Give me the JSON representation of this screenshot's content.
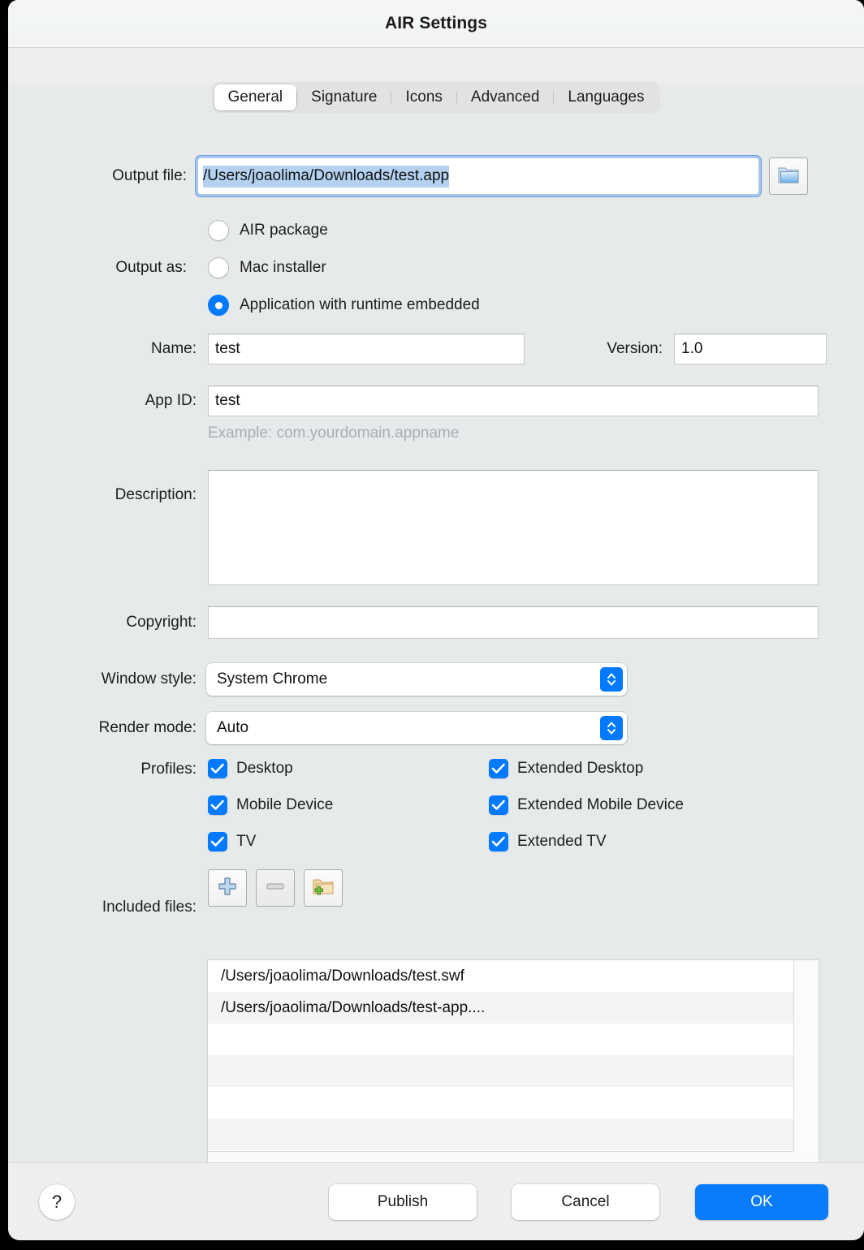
{
  "window": {
    "title": "AIR Settings"
  },
  "tabs": [
    {
      "label": "General",
      "active": true
    },
    {
      "label": "Signature",
      "active": false
    },
    {
      "label": "Icons",
      "active": false
    },
    {
      "label": "Advanced",
      "active": false
    },
    {
      "label": "Languages",
      "active": false
    }
  ],
  "form": {
    "output_file": {
      "label": "Output file:",
      "value": "/Users/joaolima/Downloads/test.app",
      "selected": true,
      "browse_icon": "folder-icon"
    },
    "output_as": {
      "label": "Output as:",
      "options": [
        {
          "label": "AIR package",
          "selected": false
        },
        {
          "label": "Mac installer",
          "selected": false
        },
        {
          "label": "Application with runtime embedded",
          "selected": true
        }
      ]
    },
    "name": {
      "label": "Name:",
      "value": "test"
    },
    "version": {
      "label": "Version:",
      "value": "1.0"
    },
    "app_id": {
      "label": "App ID:",
      "value": "test",
      "hint": "Example: com.yourdomain.appname"
    },
    "description": {
      "label": "Description:",
      "value": ""
    },
    "copyright": {
      "label": "Copyright:",
      "value": ""
    },
    "window_style": {
      "label": "Window style:",
      "value": "System Chrome"
    },
    "render_mode": {
      "label": "Render mode:",
      "value": "Auto"
    },
    "profiles": {
      "label": "Profiles:",
      "items": [
        {
          "label": "Desktop",
          "checked": true
        },
        {
          "label": "Extended Desktop",
          "checked": true
        },
        {
          "label": "Mobile Device",
          "checked": true
        },
        {
          "label": "Extended Mobile Device",
          "checked": true
        },
        {
          "label": "TV",
          "checked": true
        },
        {
          "label": "Extended TV",
          "checked": true
        }
      ]
    },
    "included_files": {
      "label": "Included files:",
      "toolbar": [
        {
          "name": "add-file-button",
          "icon": "plus-icon",
          "enabled": true
        },
        {
          "name": "remove-file-button",
          "icon": "minus-icon",
          "enabled": false
        },
        {
          "name": "add-folder-button",
          "icon": "folder-add-icon",
          "enabled": true
        }
      ],
      "rows": [
        "/Users/joaolima/Downloads/test.swf",
        "/Users/joaolima/Downloads/test-app....",
        "",
        "",
        "",
        ""
      ]
    }
  },
  "footer": {
    "help_label": "?",
    "publish_label": "Publish",
    "cancel_label": "Cancel",
    "ok_label": "OK"
  },
  "colors": {
    "accent": "#027aff",
    "primary_button": "#0a7cfb",
    "selection": "#b4d2f0",
    "window_bg": "#e7eaeb",
    "hint_text": "#a8adb0"
  }
}
